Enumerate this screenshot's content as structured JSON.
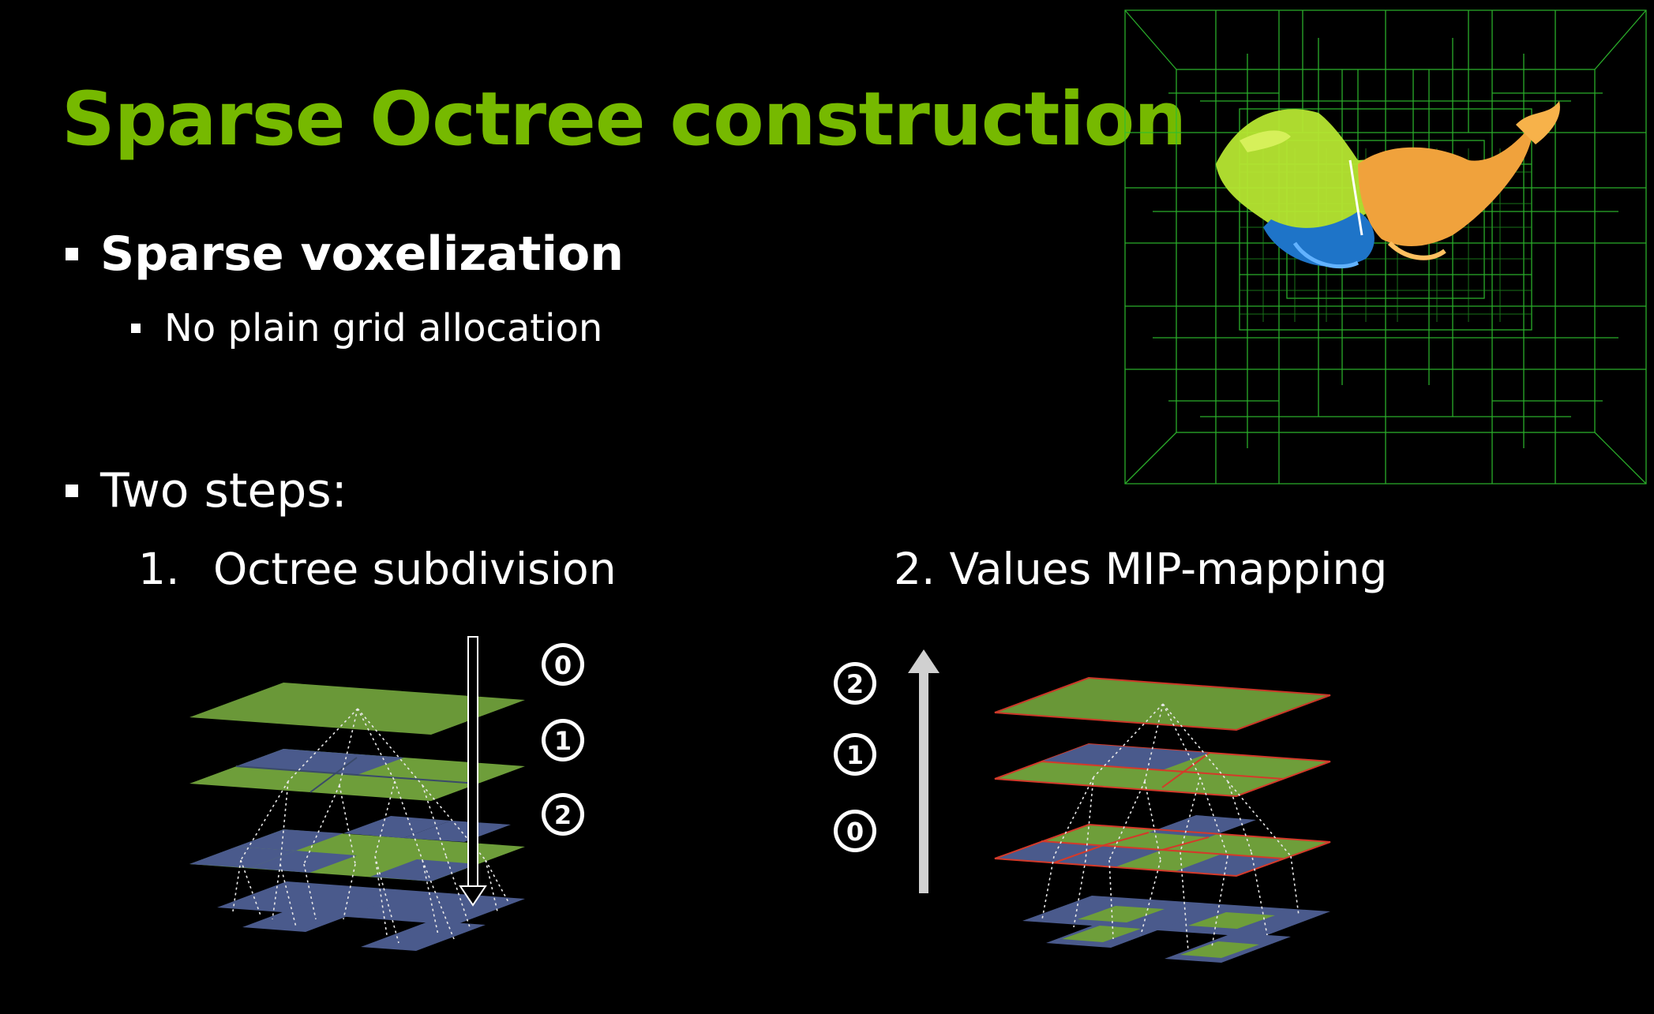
{
  "title": "Sparse Octree construction",
  "bullets": {
    "sparse_voxelization": "Sparse voxelization",
    "no_plain_grid": "No plain grid allocation",
    "two_steps": "Two steps:"
  },
  "steps": [
    {
      "number": "1.",
      "label": "Octree subdivision"
    },
    {
      "number": "2.",
      "label": "Values MIP-mapping"
    }
  ],
  "subdivision_levels": [
    "0",
    "1",
    "2"
  ],
  "mipmap_levels": [
    "2",
    "1",
    "0"
  ],
  "colors": {
    "title": "#76b900",
    "tile_green": "#6e9e3a",
    "tile_blue": "#4a5a8c",
    "mip_edge": "#d43a2a",
    "wire": "#2fbf2f"
  }
}
